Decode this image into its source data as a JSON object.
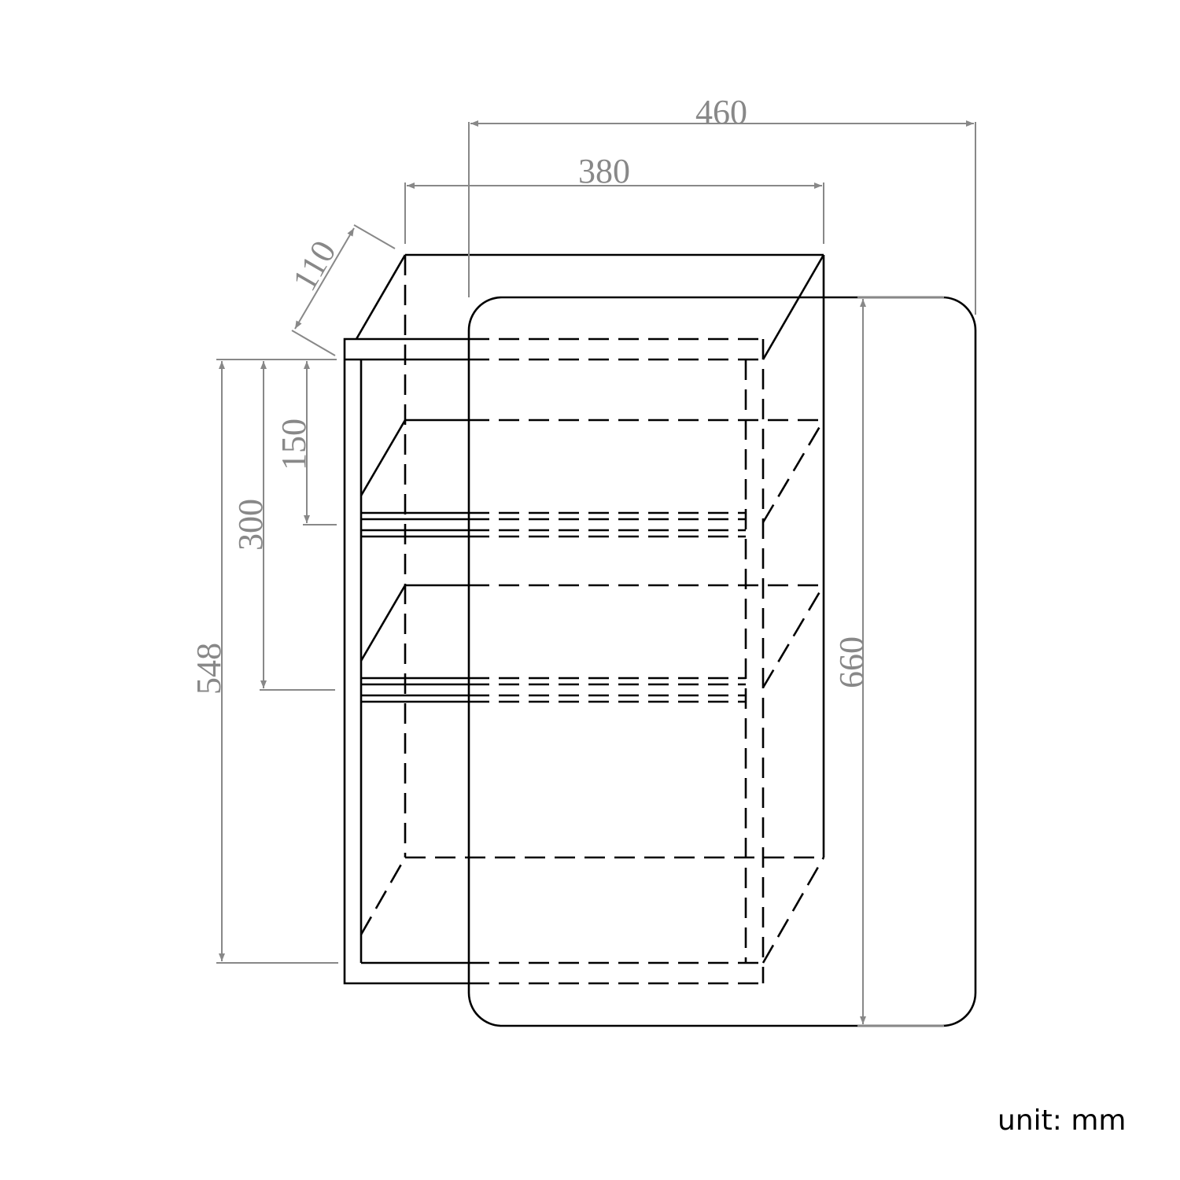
{
  "dimensions": {
    "mirror_width": "460",
    "cabinet_width": "380",
    "depth": "110",
    "shelf1_height": "150",
    "shelf2_height": "300",
    "cabinet_height": "548",
    "mirror_height": "660"
  },
  "unit_label": "unit: mm",
  "colors": {
    "line": "#000000",
    "dimension": "#888888"
  }
}
